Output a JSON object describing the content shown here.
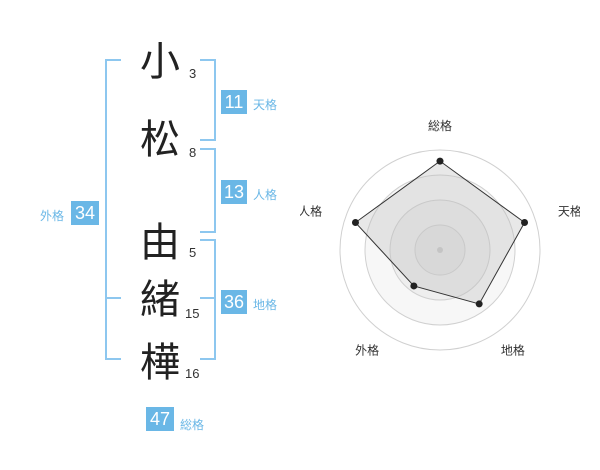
{
  "name_chars": [
    {
      "char": "小",
      "strokes": "3"
    },
    {
      "char": "松",
      "strokes": "8"
    },
    {
      "char": "由",
      "strokes": "5"
    },
    {
      "char": "緒",
      "strokes": "15"
    },
    {
      "char": "樺",
      "strokes": "16"
    }
  ],
  "kakusu": {
    "tenkaku": {
      "value": "11",
      "label": "天格"
    },
    "jinkaku": {
      "value": "13",
      "label": "人格"
    },
    "chikaku": {
      "value": "36",
      "label": "地格"
    },
    "gaikaku": {
      "value": "34",
      "label": "外格"
    },
    "soukaku": {
      "value": "47",
      "label": "総格"
    }
  },
  "colors": {
    "accent": "#6ab7e6",
    "bracket": "#8dc7ef"
  },
  "chart_data": {
    "type": "radar",
    "axes": [
      "総格",
      "天格",
      "地格",
      "外格",
      "人格"
    ],
    "levels": 4,
    "values": [
      4,
      4,
      3,
      2,
      4
    ],
    "max": 4.5
  }
}
